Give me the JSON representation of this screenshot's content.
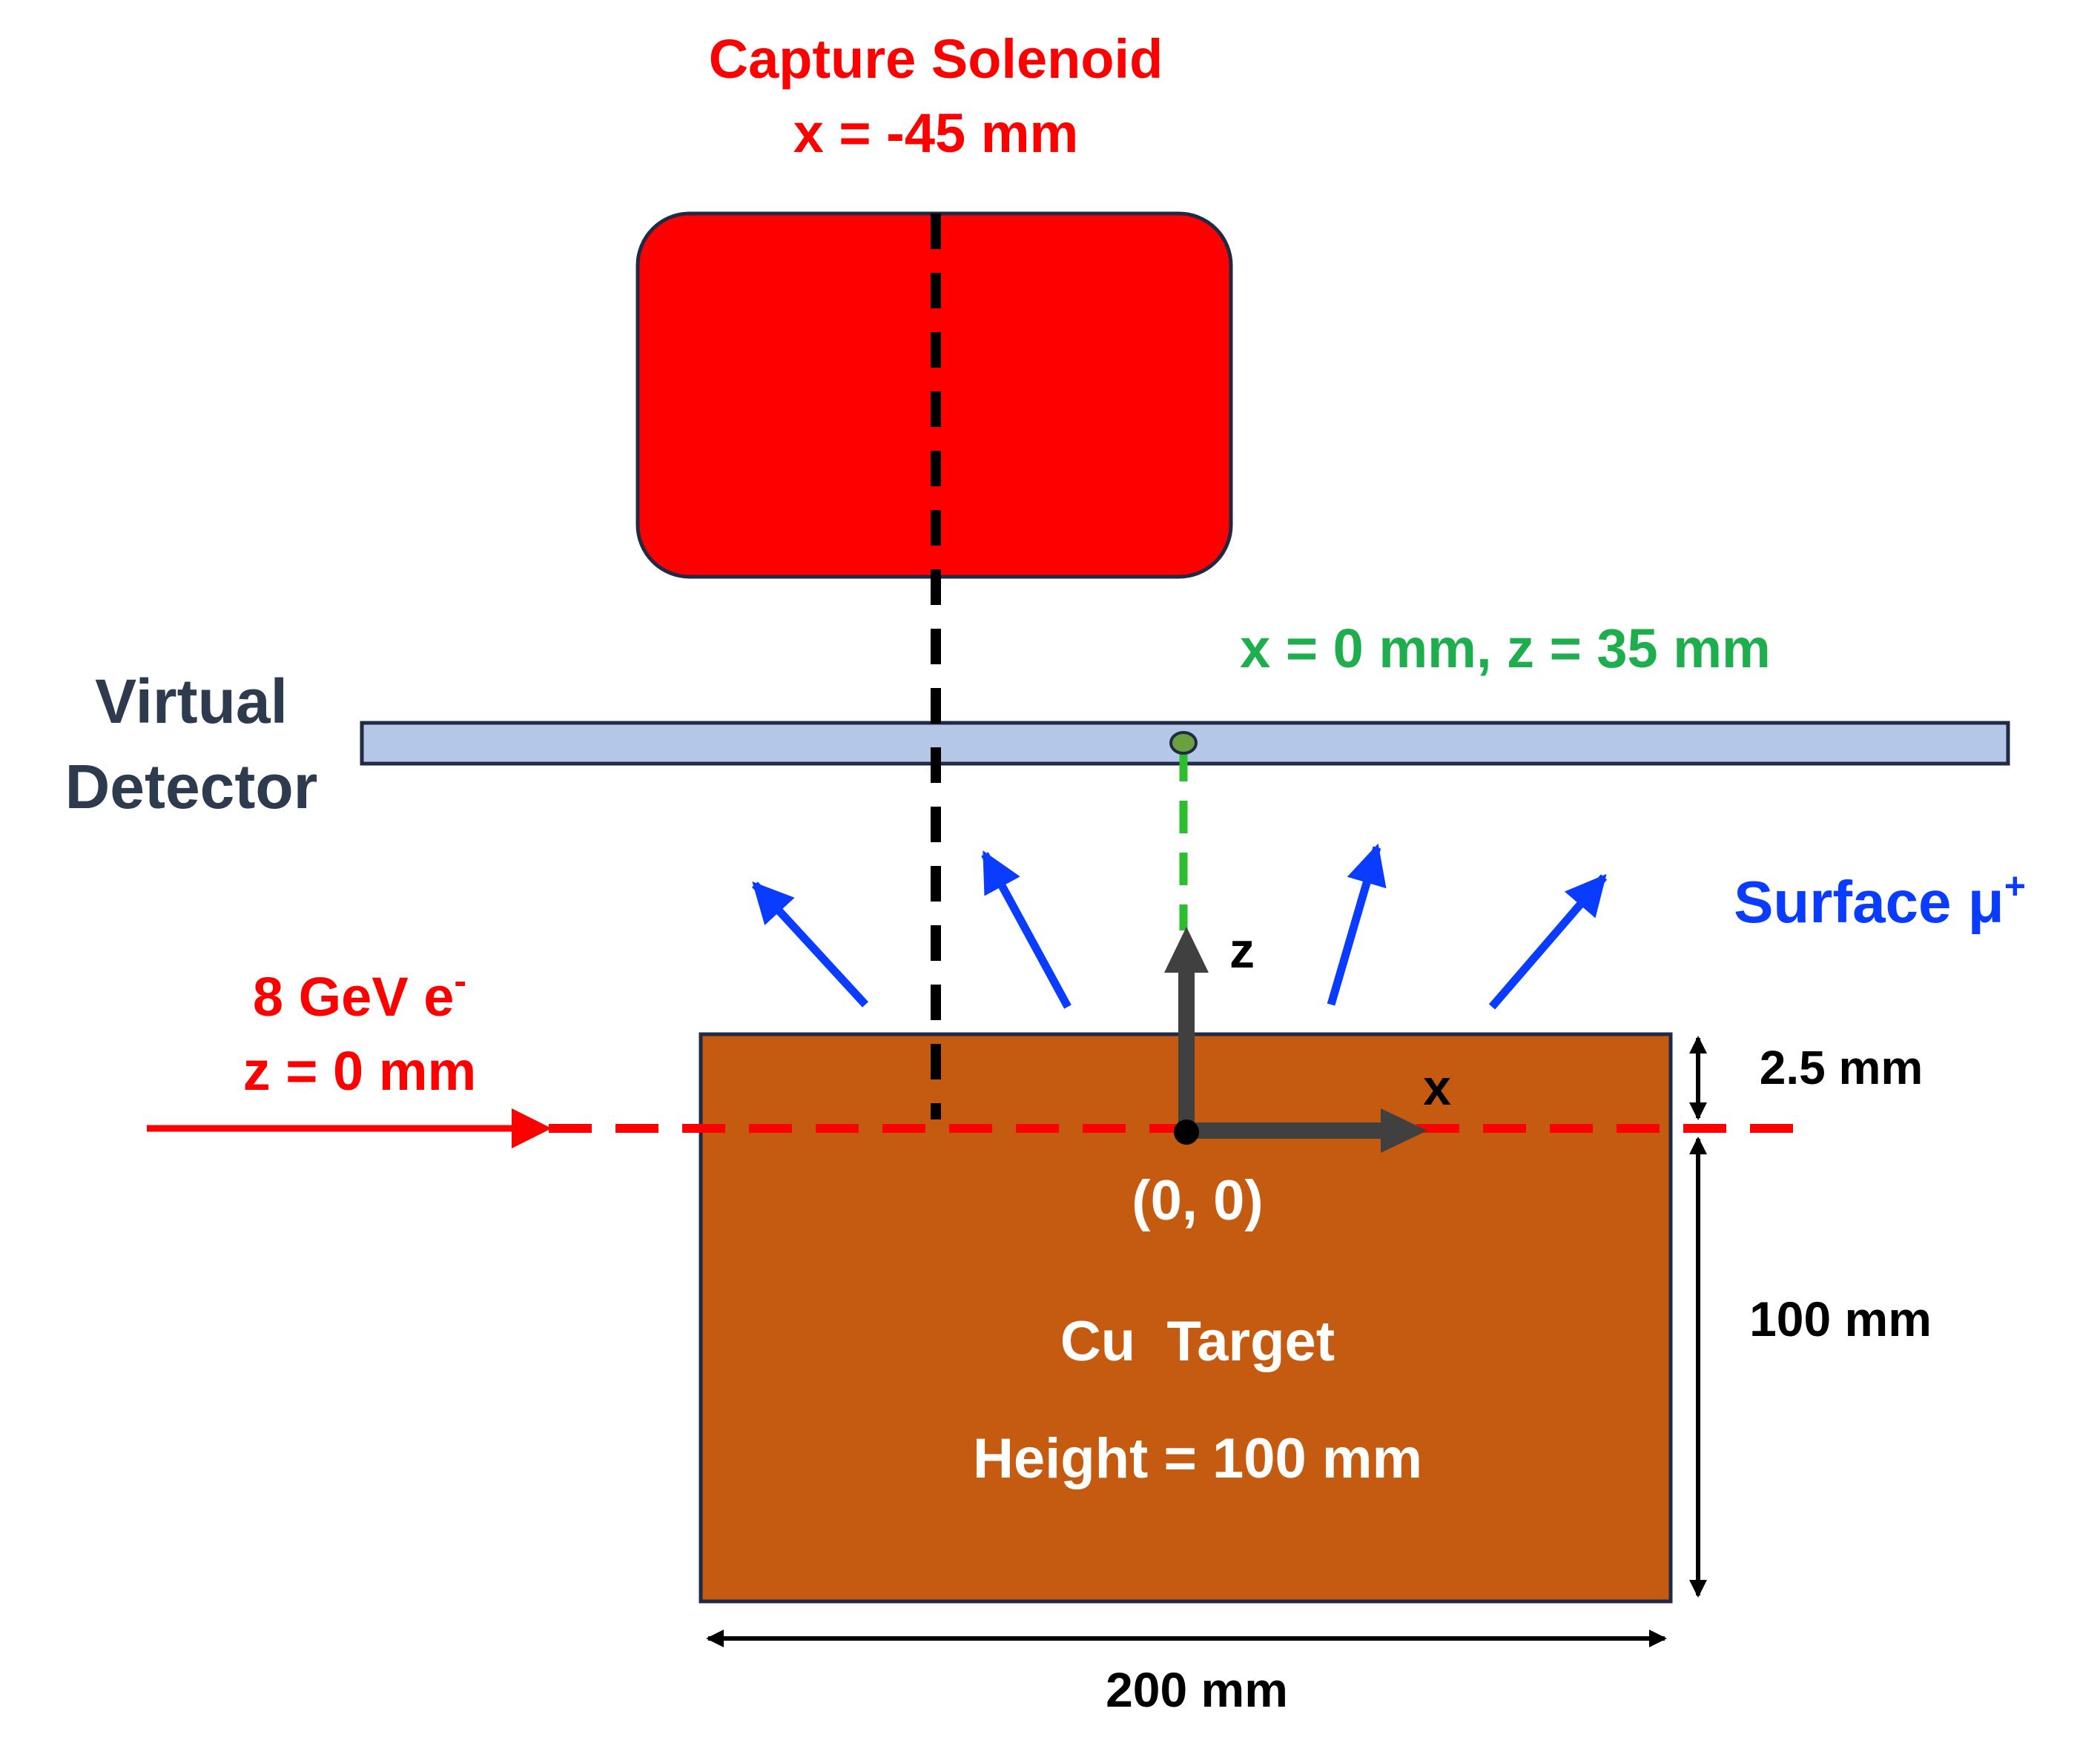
{
  "colors": {
    "red": "#ff0000",
    "blue": "#0a3cff",
    "green": "#1fae4e",
    "green_marker": "#6ba03f",
    "dark": "#2e3a4d",
    "axis": "#404040",
    "target": "#c55a11",
    "detector": "#b4c7e7",
    "black": "#000000",
    "white": "#ffffff"
  },
  "solenoid": {
    "title": "Capture Solenoid",
    "position": "x = -45 mm"
  },
  "detector": {
    "label_line1": "Virtual",
    "label_line2": "Detector",
    "point_label": "x = 0 mm, z = 35 mm"
  },
  "muons": {
    "label": "Surface μ",
    "superscript": "+"
  },
  "beam": {
    "label_line1": "8 GeV e",
    "superscript": "-",
    "label_line2": "z = 0 mm"
  },
  "axes": {
    "z_label": "z",
    "x_label": "x",
    "origin_label": "(0, 0)"
  },
  "target": {
    "name": "Cu  Target",
    "height_label": "Height = 100 mm"
  },
  "dimensions": {
    "depth": "2.5 mm",
    "height": "100 mm",
    "width": "200 mm"
  }
}
